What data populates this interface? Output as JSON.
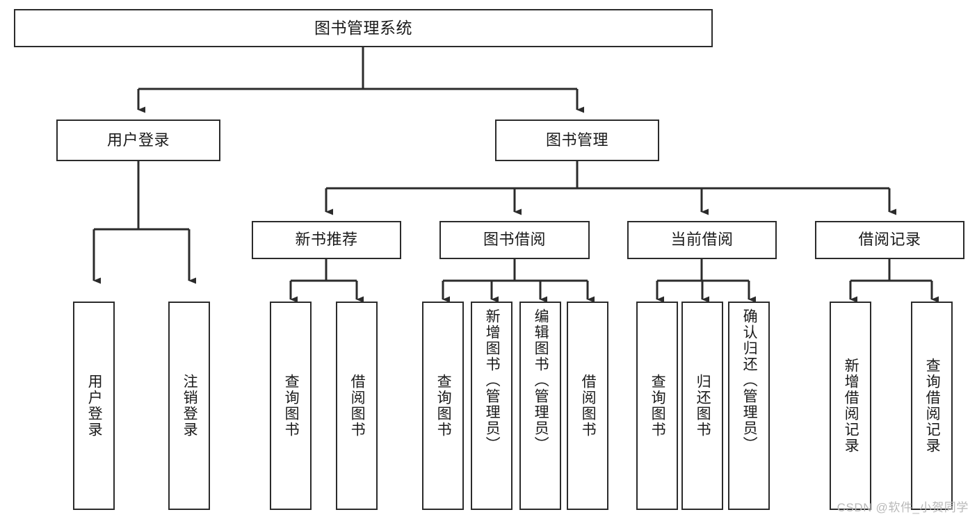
{
  "diagram": {
    "title": "图书管理系统",
    "type": "tree-hierarchy",
    "orientation": "top-down",
    "root": {
      "label": "图书管理系统"
    },
    "level2": [
      {
        "label": "用户登录"
      },
      {
        "label": "图书管理"
      }
    ],
    "level3": [
      {
        "label": "新书推荐",
        "parent": "图书管理"
      },
      {
        "label": "图书借阅",
        "parent": "图书管理"
      },
      {
        "label": "当前借阅",
        "parent": "图书管理"
      },
      {
        "label": "借阅记录",
        "parent": "图书管理"
      }
    ],
    "leaves": [
      {
        "label": "用户登录",
        "parent": "用户登录"
      },
      {
        "label": "注销登录",
        "parent": "用户登录"
      },
      {
        "label": "查询图书",
        "parent": "新书推荐"
      },
      {
        "label": "借阅图书",
        "parent": "新书推荐"
      },
      {
        "label": "查询图书",
        "parent": "图书借阅"
      },
      {
        "label": "新增图书（管理员）",
        "parent": "图书借阅"
      },
      {
        "label": "编辑图书（管理员）",
        "parent": "图书借阅"
      },
      {
        "label": "借阅图书",
        "parent": "图书借阅"
      },
      {
        "label": "查询图书",
        "parent": "当前借阅"
      },
      {
        "label": "归还图书",
        "parent": "当前借阅"
      },
      {
        "label": "确认归还（管理员）",
        "parent": "当前借阅"
      },
      {
        "label": "新增借阅记录",
        "parent": "借阅记录"
      },
      {
        "label": "查询借阅记录",
        "parent": "借阅记录"
      }
    ],
    "colors": {
      "box_border": "#2b2b2b",
      "box_fill": "#ffffff",
      "connector": "#2b2b2b",
      "text": "#1a1a1a",
      "watermark": "#b9b9b9"
    }
  },
  "watermark": {
    "text": "CSDN @软件_小贺同学"
  }
}
